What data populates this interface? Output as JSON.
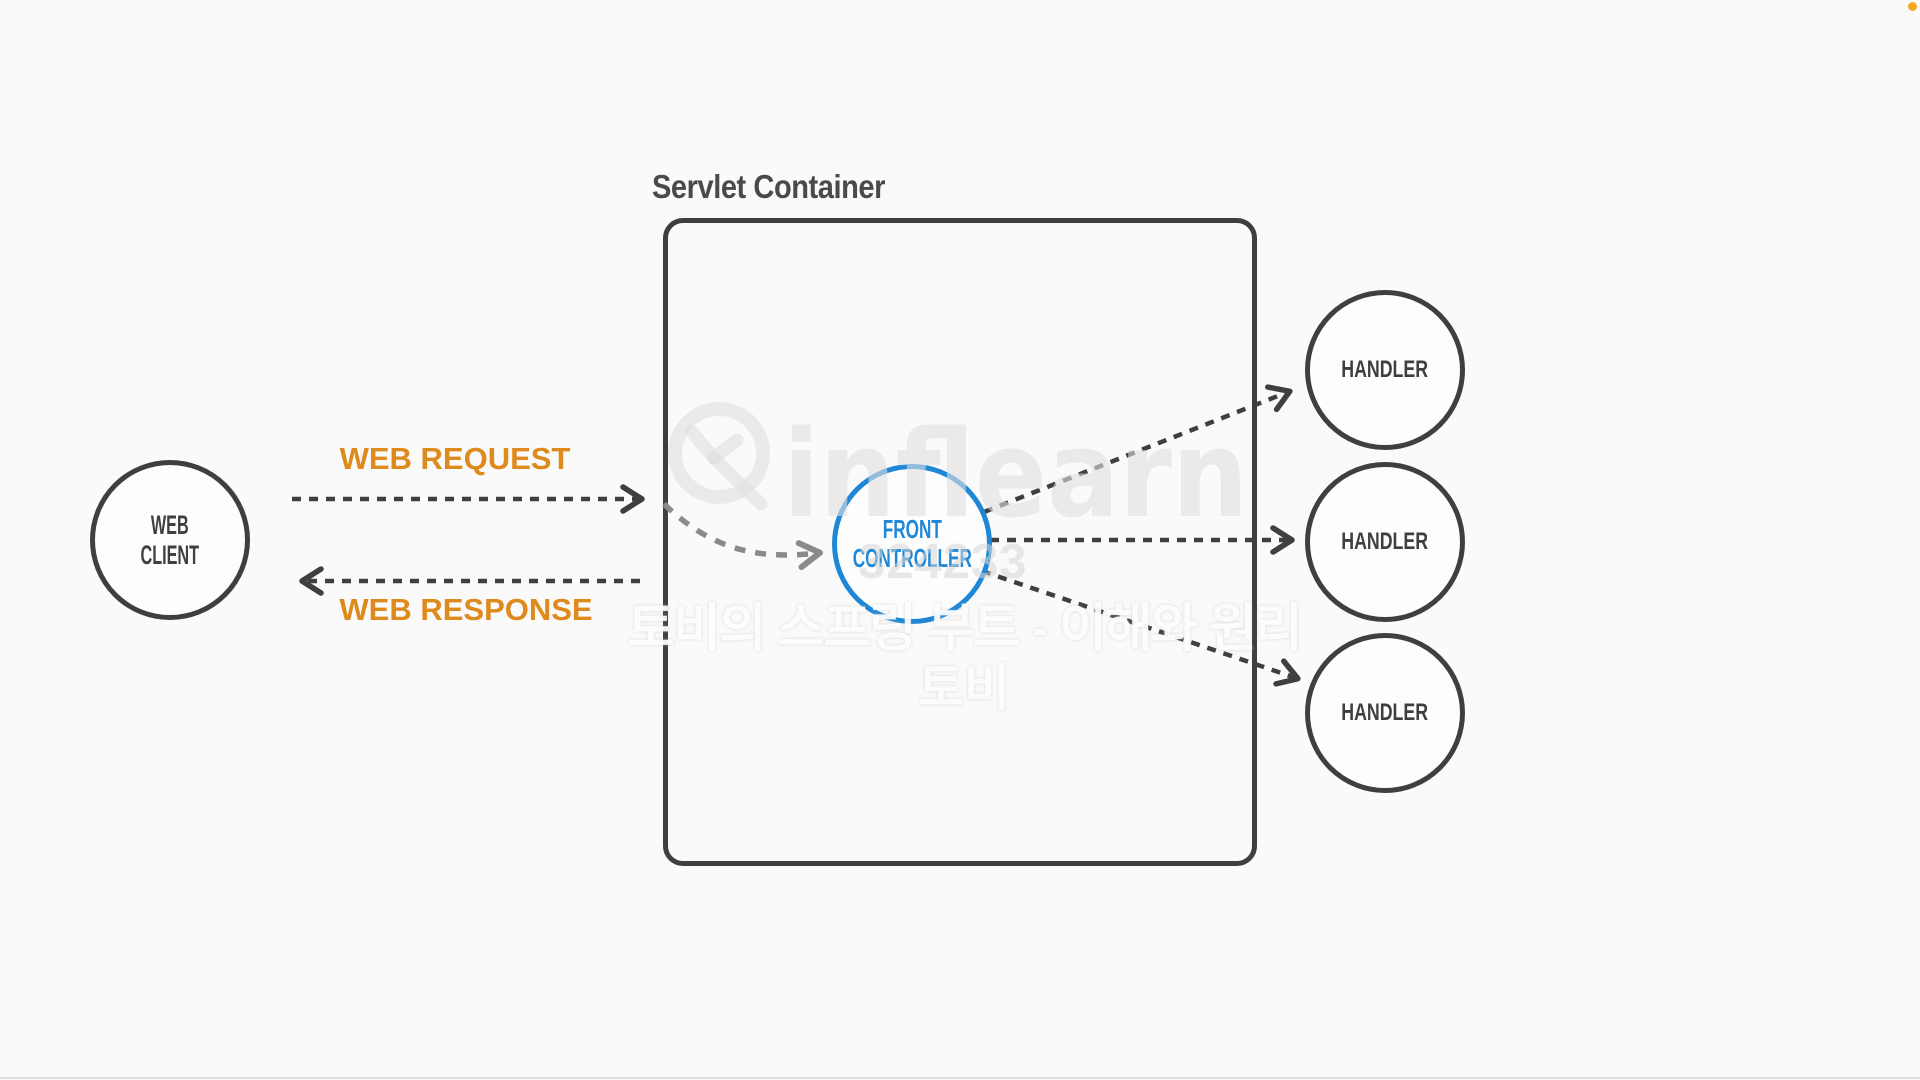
{
  "window": {
    "background": "#fafafa",
    "corner_dot_color": "#f5a623"
  },
  "diagram": {
    "title": "Servlet Container",
    "web_client": {
      "line1": "WEB",
      "line2": "CLIENT"
    },
    "front_controller": {
      "line1": "FRONT",
      "line2": "CONTROLLER"
    },
    "handlers": [
      {
        "label": "HANDLER"
      },
      {
        "label": "HANDLER"
      },
      {
        "label": "HANDLER"
      }
    ],
    "labels": {
      "web_request": "WEB REQUEST",
      "web_response": "WEB RESPONSE"
    },
    "colors": {
      "node_stroke": "#3f3f3f",
      "title_text": "#4a4a4a",
      "accent_blue": "#1e87d6",
      "label_orange": "#de8a1c",
      "gray_arrow": "#8a8a8a",
      "watermark_gray": "#e1e1e1"
    }
  },
  "watermark": {
    "logo": "inflearn",
    "code": "324233",
    "line1": "토비의 스프링 부트 - 이해와 원리",
    "line2": "토비"
  }
}
